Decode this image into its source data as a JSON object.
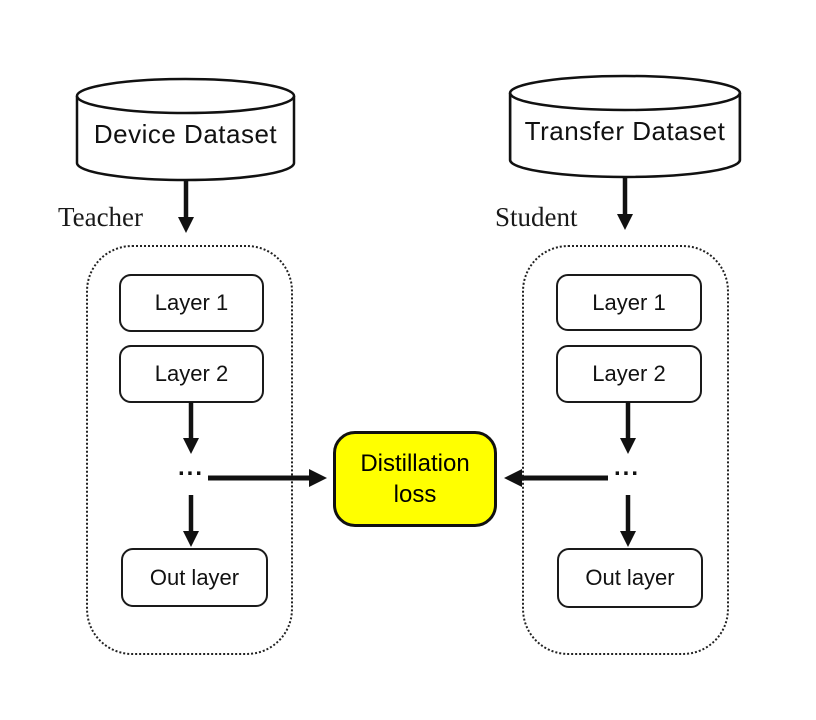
{
  "teacher": {
    "dataset": "Device Dataset",
    "role": "Teacher",
    "layers": [
      "Layer 1",
      "Layer 2"
    ],
    "ellipsis": "...",
    "out_layer": "Out layer"
  },
  "student": {
    "dataset": "Transfer Dataset",
    "role": "Student",
    "layers": [
      "Layer 1",
      "Layer 2"
    ],
    "ellipsis": "...",
    "out_layer": "Out layer"
  },
  "loss": {
    "line1": "Distillation",
    "line2": "loss"
  },
  "colors": {
    "background": "#FFFFFF",
    "stroke": "#111111",
    "loss_fill": "#FFFF00",
    "loss_text": "#000000"
  },
  "icons": {
    "teacher_dataset_shape": "database-cylinder-icon",
    "student_dataset_shape": "database-cylinder-icon",
    "teacher_dataset_flow": "arrow-down-icon",
    "student_dataset_flow": "arrow-down-icon",
    "teacher_hidden_flow": "arrow-down-icon",
    "student_hidden_flow": "arrow-down-icon",
    "teacher_to_loss": "arrow-right-icon",
    "student_to_loss": "arrow-left-icon"
  }
}
